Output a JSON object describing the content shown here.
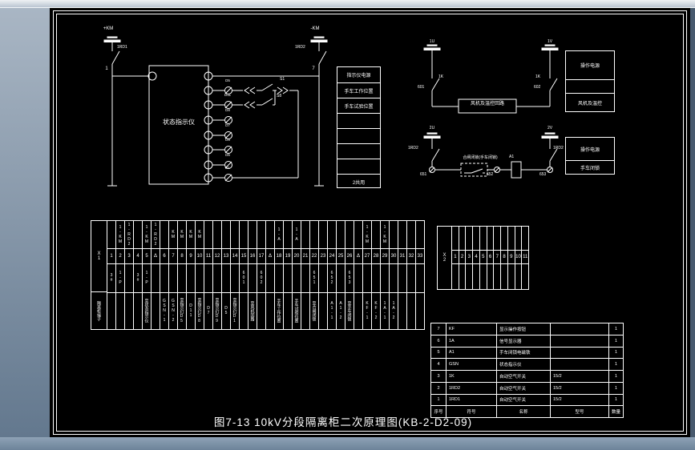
{
  "frame": {
    "title": "图7-13 10kV分段隔离柜二次原理图(KB-2-D2-09)"
  },
  "colors": {
    "line": "#ffffff",
    "canvas": "#000000",
    "frame_blue": "#8ea2b6"
  },
  "circuit1": {
    "fuse_label": "+KM",
    "switch_label": "1RD1",
    "node_label": "1",
    "box_label": "状态指示仪",
    "right_fuse_label": "-KM",
    "right_switch_label": "1RD2",
    "right_node_label": "7",
    "lamp_labels": [
      "D5",
      "D11",
      "D8",
      "D7",
      "D9",
      "D5",
      "D1"
    ],
    "s1_label": "S1",
    "s8_label": "S8"
  },
  "indicator_table": {
    "rows": [
      "指示仪电源",
      "手车工作位置",
      "手车试验位置",
      "",
      "",
      "",
      "",
      "2共用"
    ]
  },
  "circuit2": {
    "left_fuse_label": "1U",
    "right_fuse_label": "1V",
    "left_switch_label": "1K",
    "right_switch_label": "1K",
    "left_wire_label": "601",
    "right_wire_label": "602",
    "box_label": "风机及温控回路"
  },
  "fan_table": {
    "rows": [
      "操作电源",
      "",
      "风机及温控"
    ]
  },
  "circuit3": {
    "left_fuse_label": "2U",
    "right_fuse_label": "2V",
    "left_switch_label": "1RD2",
    "right_switch_label": "1RD2",
    "dash_label": "合闸闭锁(手车闭锁)",
    "relay_label": "A1",
    "terminal_labels": [
      "651",
      "652",
      "653"
    ]
  },
  "lock_table": {
    "rows": [
      "操作电源",
      "手车闭锁"
    ]
  },
  "x1_table": {
    "name": "X1",
    "bottom_label": "隔离柜端子",
    "columns": [
      {
        "t": "",
        "n": "1",
        "b": "3#",
        "d": ""
      },
      {
        "t": "1-KM",
        "n": "2",
        "b": "1-P",
        "d": ""
      },
      {
        "t": "1-RD2",
        "n": "3",
        "b": "",
        "d": ""
      },
      {
        "t": "",
        "n": "4",
        "b": "3#",
        "d": ""
      },
      {
        "t": "1-KM",
        "n": "5",
        "b": "1-P",
        "d": "至状态指示仪"
      },
      {
        "t": "1-RD2",
        "n": "Δ",
        "b": "",
        "d": ""
      },
      {
        "t": "",
        "n": "6",
        "b": "",
        "d": "GSN-1"
      },
      {
        "t": "KM",
        "n": "7",
        "b": "",
        "d": "GSN-2"
      },
      {
        "t": "KM",
        "n": "8",
        "b": "",
        "d": "至指示灯D5"
      },
      {
        "t": "KM",
        "n": "9",
        "b": "",
        "d": "D11"
      },
      {
        "t": "KM",
        "n": "10",
        "b": "",
        "d": "至指示灯D8"
      },
      {
        "t": "",
        "n": "11",
        "b": "",
        "d": "D7"
      },
      {
        "t": "",
        "n": "12",
        "b": "",
        "d": "至指示灯D9"
      },
      {
        "t": "",
        "n": "13",
        "b": "",
        "d": "D5"
      },
      {
        "t": "",
        "n": "14",
        "b": "",
        "d": "至指示灯D1"
      },
      {
        "t": "",
        "n": "15",
        "b": "601",
        "d": ""
      },
      {
        "t": "",
        "n": "16",
        "b": "",
        "d": "至风机回路"
      },
      {
        "t": "",
        "n": "17",
        "b": "602",
        "d": ""
      },
      {
        "t": "",
        "n": "Δ",
        "b": "",
        "d": ""
      },
      {
        "t": "1-A",
        "n": "18",
        "b": "",
        "d": "手车工作位置"
      },
      {
        "t": "",
        "n": "19",
        "b": "",
        "d": ""
      },
      {
        "t": "1-A",
        "n": "20",
        "b": "",
        "d": "手车试验位置"
      },
      {
        "t": "",
        "n": "21",
        "b": "",
        "d": ""
      },
      {
        "t": "",
        "n": "22",
        "b": "651",
        "d": "至合闸闭锁"
      },
      {
        "t": "",
        "n": "23",
        "b": "",
        "d": ""
      },
      {
        "t": "",
        "n": "24",
        "b": "652",
        "d": "A1-1"
      },
      {
        "t": "",
        "n": "25",
        "b": "",
        "d": "A1-2"
      },
      {
        "t": "",
        "n": "26",
        "b": "653",
        "d": "至手车闭锁"
      },
      {
        "t": "",
        "n": "Δ",
        "b": "",
        "d": ""
      },
      {
        "t": "1-KM",
        "n": "27",
        "b": "",
        "d": "KF-1"
      },
      {
        "t": "",
        "n": "28",
        "b": "",
        "d": "KF-2"
      },
      {
        "t": "1-KM",
        "n": "29",
        "b": "",
        "d": "1A-1"
      },
      {
        "t": "",
        "n": "30",
        "b": "",
        "d": "1A-2"
      },
      {
        "t": "",
        "n": "31",
        "b": "",
        "d": ""
      },
      {
        "t": "",
        "n": "32",
        "b": "",
        "d": ""
      },
      {
        "t": "",
        "n": "33",
        "b": "",
        "d": ""
      }
    ]
  },
  "x2_table": {
    "name": "X2",
    "numbers": [
      "1",
      "2",
      "3",
      "4",
      "5",
      "6",
      "7",
      "8",
      "9",
      "10",
      "11"
    ]
  },
  "bom": {
    "header": {
      "no": "序号",
      "sym": "符号",
      "name": "名称",
      "model": "型号",
      "qty": "数量"
    },
    "rows": [
      {
        "no": "7",
        "sym": "KF",
        "name": "显示操作按钮",
        "model": "",
        "qty": "1"
      },
      {
        "no": "6",
        "sym": "1A",
        "name": "信号显示器",
        "model": "",
        "qty": "1"
      },
      {
        "no": "5",
        "sym": "A1",
        "name": "手车闭锁电磁铁",
        "model": "",
        "qty": "1"
      },
      {
        "no": "4",
        "sym": "GSN",
        "name": "状态指示仪",
        "model": "",
        "qty": "1"
      },
      {
        "no": "3",
        "sym": "1K",
        "name": "自动空气开关",
        "model": "15/2",
        "qty": "1"
      },
      {
        "no": "2",
        "sym": "1RD2",
        "name": "自动空气开关",
        "model": "15/2",
        "qty": "1"
      },
      {
        "no": "1",
        "sym": "1RD1",
        "name": "自动空气开关",
        "model": "15/2",
        "qty": "1"
      }
    ]
  }
}
